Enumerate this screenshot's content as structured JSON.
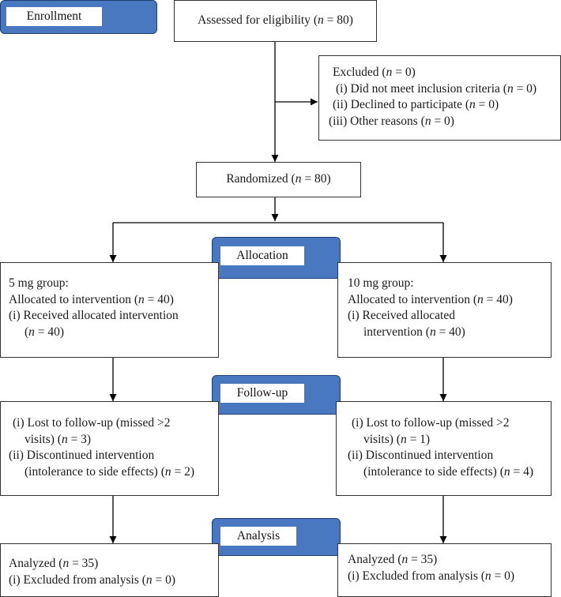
{
  "stages": {
    "enrollment": "Enrollment",
    "allocation": "Allocation",
    "followup": "Follow-up",
    "analysis": "Analysis"
  },
  "assessed": {
    "pre": "Assessed for eligibility (",
    "n": "n",
    "post": " = 80)"
  },
  "excluded": {
    "title": {
      "pre": "Excluded (",
      "n": "n",
      "post": " = 0)"
    },
    "items": [
      {
        "pre": "(i) Did not meet inclusion criteria (",
        "n": "n",
        "post": " = 0)"
      },
      {
        "pre": "(ii) Declined to participate (",
        "n": "n",
        "post": " = 0)"
      },
      {
        "pre": "(iii) Other reasons (",
        "n": "n",
        "post": " = 0)"
      }
    ]
  },
  "randomized": {
    "pre": "Randomized (",
    "n": "n",
    "post": " = 80)"
  },
  "left": {
    "group": "5 mg group:",
    "allocated": {
      "pre": "Allocated to intervention (",
      "n": "n",
      "post": " = 40)"
    },
    "received_1": "(i) Received allocated intervention",
    "received_2": {
      "pre": "(",
      "n": "n",
      "post": " = 40)"
    },
    "lost_1": "(i) Lost to follow-up (missed >2",
    "lost_2": {
      "pre": "visits) (",
      "n": "n",
      "post": " = 3)"
    },
    "disc_1": "(ii) Discontinued intervention",
    "disc_2": {
      "pre": "(intolerance to side effects) (",
      "n": "n",
      "post": " = 2)"
    },
    "analyzed": {
      "pre": "Analyzed (",
      "n": "n",
      "post": " = 35)"
    },
    "excl_analysis": {
      "pre": "(i) Excluded from analysis (",
      "n": "n",
      "post": " = 0)"
    }
  },
  "right": {
    "group": "10 mg group:",
    "allocated": {
      "pre": "Allocated to intervention (",
      "n": "n",
      "post": " = 40)"
    },
    "received_1": "(i) Received allocated",
    "received_2": {
      "pre": "intervention (",
      "n": "n",
      "post": " = 40)"
    },
    "lost_1": "(i) Lost to follow-up (missed >2",
    "lost_2": {
      "pre": "visits) (",
      "n": "n",
      "post": " = 1)"
    },
    "disc_1": "(ii) Discontinued intervention",
    "disc_2": {
      "pre": "(intolerance to side effects) (",
      "n": "n",
      "post": " = 4)"
    },
    "analyzed": {
      "pre": "Analyzed (",
      "n": "n",
      "post": " = 35)"
    },
    "excl_analysis": {
      "pre": "(i) Excluded from analysis (",
      "n": "n",
      "post": " = 0)"
    }
  },
  "colors": {
    "stage_fill": "#4a78c0",
    "stage_border": "#1c3f73",
    "box_border": "#333333"
  }
}
